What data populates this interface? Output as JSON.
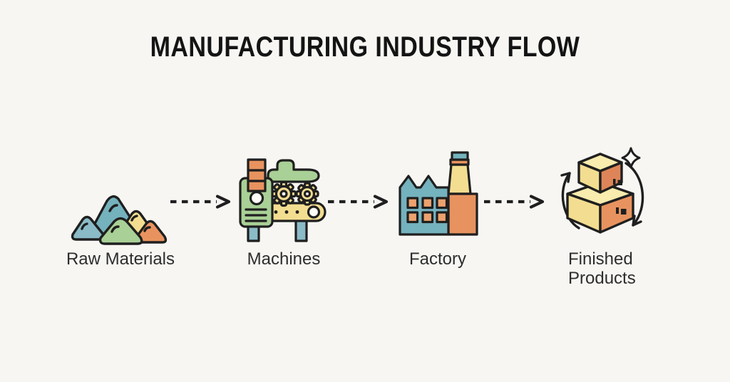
{
  "title": "MANUFACTURING INDUSTRY FLOW",
  "stages": [
    {
      "label": "Raw Materials",
      "icon": "raw-materials-rock-pile-icon"
    },
    {
      "label": "Machines",
      "icon": "machine-conveyor-icon"
    },
    {
      "label": "Factory",
      "icon": "factory-building-icon"
    },
    {
      "label": "Finished Products",
      "icon": "stacked-boxes-icon"
    }
  ],
  "connectors": [
    {
      "type": "dashed-arrow-right"
    },
    {
      "type": "dashed-arrow-right"
    },
    {
      "type": "dashed-arrow-right"
    }
  ],
  "colors": {
    "background": "#f7f6f3",
    "title": "#141414",
    "label": "#2d2d2d",
    "outline": "#1f1f1f",
    "teal": "#74b2bd",
    "blue": "#8abbc7",
    "green": "#a9d096",
    "yellow": "#f3dd90",
    "paleYellow": "#f8ecae",
    "orange": "#e8935f",
    "deepOrange": "#dd8558",
    "lightOrange": "#eda26e",
    "paper": "#fcfbf7"
  }
}
